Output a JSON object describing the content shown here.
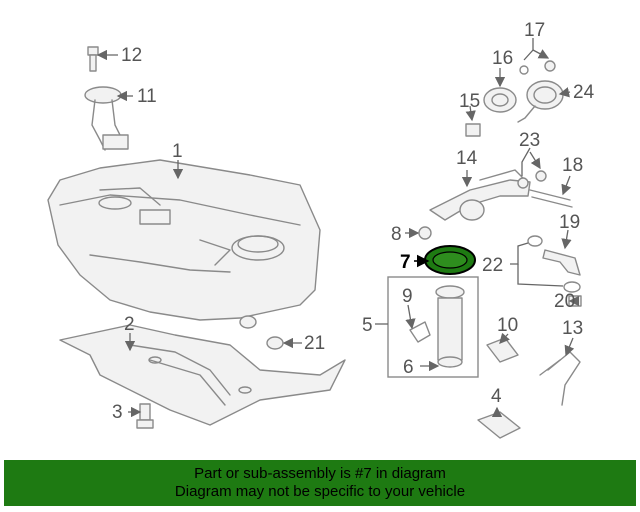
{
  "callouts": {
    "n1": "1",
    "n2": "2",
    "n3": "3",
    "n4": "4",
    "n5": "5",
    "n6": "6",
    "n7": "7",
    "n8": "8",
    "n9": "9",
    "n10": "10",
    "n11": "11",
    "n12": "12",
    "n13": "13",
    "n14": "14",
    "n15": "15",
    "n16": "16",
    "n17": "17",
    "n18": "18",
    "n19": "19",
    "n20": "20",
    "n21": "21",
    "n22": "22",
    "n23": "23",
    "n24": "24"
  },
  "highlighted_part": "7",
  "footer": {
    "line1": "Part or sub-assembly is #7 in diagram",
    "line2": "Diagram may not be specific to your vehicle"
  },
  "colors": {
    "footer_bg": "#1e7a12",
    "highlight": "#1e7a12",
    "line_art": "#8a8a8a"
  }
}
